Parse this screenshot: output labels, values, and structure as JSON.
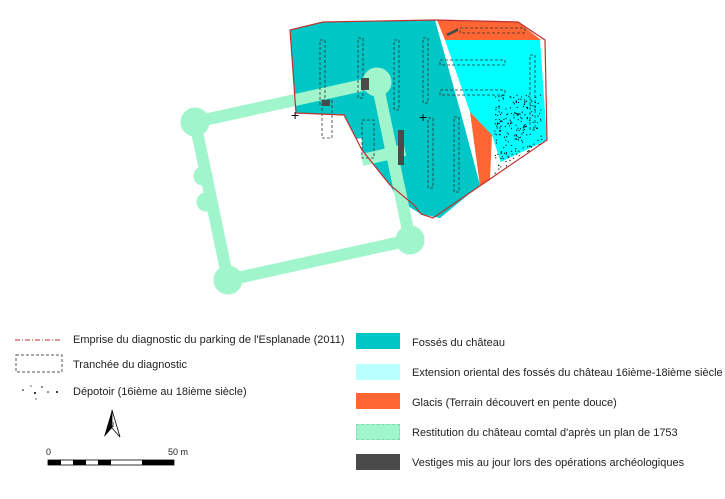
{
  "legend_left": [
    {
      "label": "Emprise du diagnostic du parking de l'Esplanade (2011)",
      "symbol": "red-dash-dot-line"
    },
    {
      "label": "Tranchée du diagnostic",
      "symbol": "dashed-rectangle"
    },
    {
      "label": "Dépotoir (16ième au 18ième siècle)",
      "symbol": "dots"
    }
  ],
  "legend_right": [
    {
      "label": "Fossés du château",
      "color": "#00c6c6"
    },
    {
      "label": "Extension oriental des fossés du château 16ième-18ième siècle",
      "color": "#b8ffff"
    },
    {
      "label": "Glacis (Terrain découvert en pente douce)",
      "color": "#ff6633"
    },
    {
      "label": "Restitution du château comtal d'après un plan de 1753",
      "color": "#a0f5cc"
    },
    {
      "label": "Vestiges mis au jour lors des opérations archéologiques",
      "color": "#4a4a4a"
    }
  ],
  "scale": {
    "start": "0",
    "end": "50 m"
  },
  "north": "N"
}
